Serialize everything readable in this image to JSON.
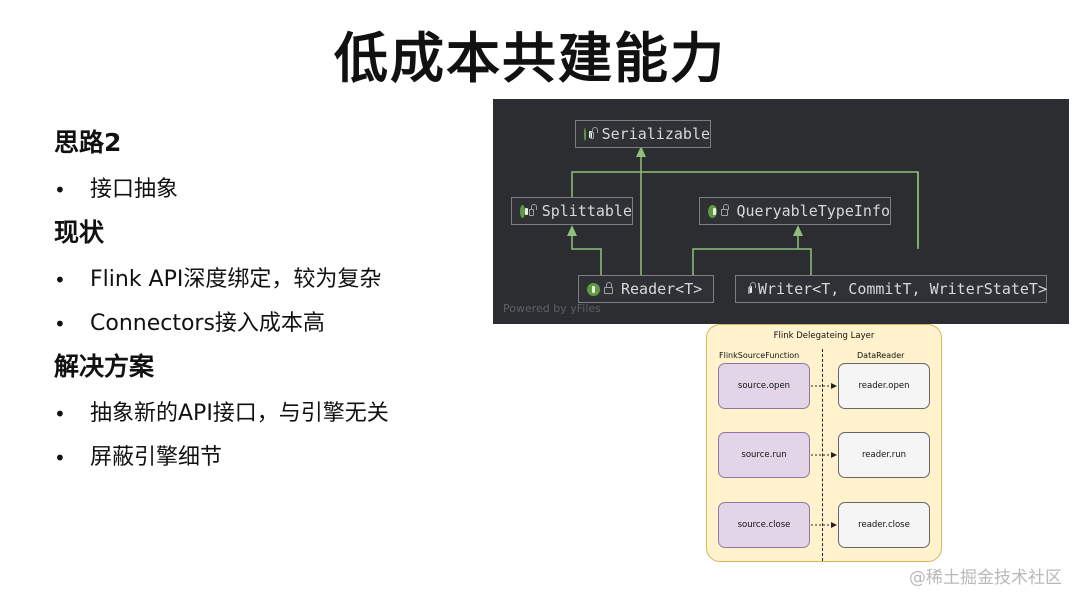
{
  "title": "低成本共建能力",
  "sections": [
    {
      "heading": "思路2",
      "bullets": [
        "接口抽象"
      ]
    },
    {
      "heading": "现状",
      "bullets": [
        "Flink API深度绑定，较为复杂",
        "Connectors接入成本高"
      ]
    },
    {
      "heading": "解决方案",
      "bullets": [
        "抽象新的API接口，与引擎无关",
        "屏蔽引擎细节"
      ]
    }
  ],
  "class_diagram": {
    "nodes": {
      "serializable": "Serializable",
      "splittable": "Splittable",
      "queryable": "QueryableTypeInfo",
      "reader": "Reader<T>",
      "writer": "Writer<T, CommitT, WriterStateT>"
    },
    "powered_by": "Powered by yFiles",
    "icon_colors": {
      "class_icon": "#5f9a44",
      "background": "#2b2d30"
    }
  },
  "delegating_layer": {
    "title": "Flink Delegateing Layer",
    "left_column": "FlinkSourceFunction",
    "right_column": "DataReader",
    "rows": [
      {
        "source": "source.open",
        "reader": "reader.open"
      },
      {
        "source": "source.run",
        "reader": "reader.run"
      },
      {
        "source": "source.close",
        "reader": "reader.close"
      }
    ],
    "colors": {
      "layer_fill": "#fff2cc",
      "source_fill": "#e1d5e7",
      "reader_fill": "#f5f5f5"
    }
  },
  "watermark": "@稀土掘金技术社区"
}
